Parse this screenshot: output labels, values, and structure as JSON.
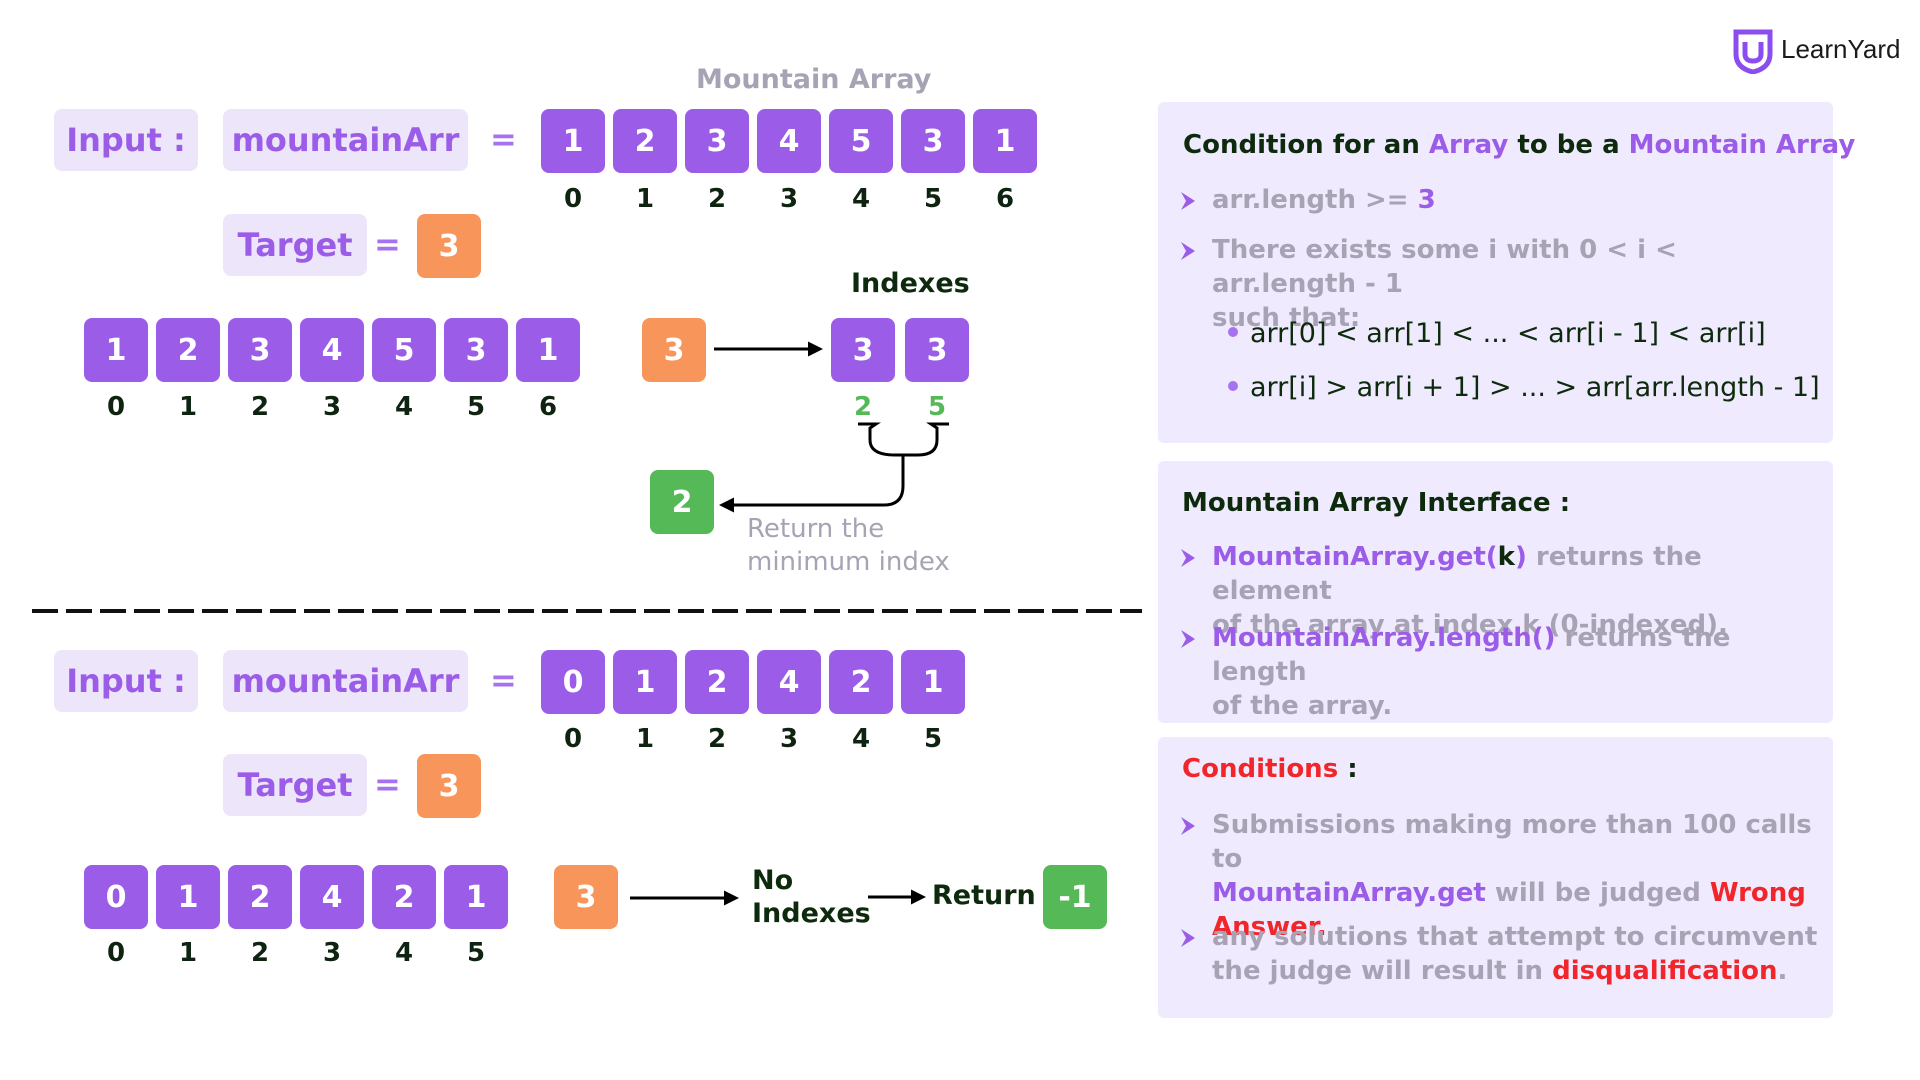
{
  "brand": {
    "name": "LearnYard",
    "color": "#8b4cf0"
  },
  "colors": {
    "purple": "#9b5ce8",
    "orange": "#f7955a",
    "green": "#55b958",
    "red": "#f0262b",
    "panel": "#efeafd"
  },
  "example1": {
    "heading": "Mountain Array",
    "input_label": "Input :",
    "var_label": "mountainArr",
    "equals": "=",
    "array": [
      1,
      2,
      3,
      4,
      5,
      3,
      1
    ],
    "indices": [
      0,
      1,
      2,
      3,
      4,
      5,
      6
    ],
    "target_label": "Target",
    "target": 3,
    "indexes_label": "Indexes",
    "found_values": [
      3,
      3
    ],
    "found_indices": [
      2,
      5
    ],
    "result": 2,
    "result_caption_line1": "Return the",
    "result_caption_line2": "minimum index"
  },
  "example2": {
    "input_label": "Input :",
    "var_label": "mountainArr",
    "equals": "=",
    "array": [
      0,
      1,
      2,
      4,
      2,
      1
    ],
    "indices": [
      0,
      1,
      2,
      3,
      4,
      5
    ],
    "target_label": "Target",
    "target": 3,
    "no_line1": "No",
    "no_line2": "Indexes",
    "return_label": "Return",
    "result": "-1"
  },
  "panel1": {
    "title_parts": [
      "Condition for an ",
      "Array",
      " to be a ",
      "Mountain Array"
    ],
    "b1_parts": [
      "arr.length >= ",
      "3"
    ],
    "b2_line1": "There exists some i with 0 < i < arr.length - 1",
    "b2_line2": "such that:",
    "sub1": "arr[0] < arr[1] < ... < arr[i - 1] < arr[i]",
    "sub2": "arr[i] > arr[i + 1] > ... > arr[arr.length - 1]"
  },
  "panel2": {
    "title": "Mountain Array Interface :",
    "b1_parts": [
      "MountainArray.get(",
      "k",
      ")",
      " returns the element"
    ],
    "b1_line2": "of the array at index k (0-indexed).",
    "b2_parts": [
      "MountainArray.length()",
      " returns the length"
    ],
    "b2_line2": "of the array."
  },
  "panel3": {
    "title_parts": [
      "Conditions",
      " :"
    ],
    "b1_line1": "Submissions making more than 100 calls to",
    "b1_parts": [
      "MountainArray.get",
      " will be judged ",
      "Wrong"
    ],
    "b1_line3": "Answer.",
    "b2_line1": "any solutions that attempt to circumvent",
    "b2_parts": [
      "the judge will result in ",
      "disqualification",
      "."
    ]
  }
}
